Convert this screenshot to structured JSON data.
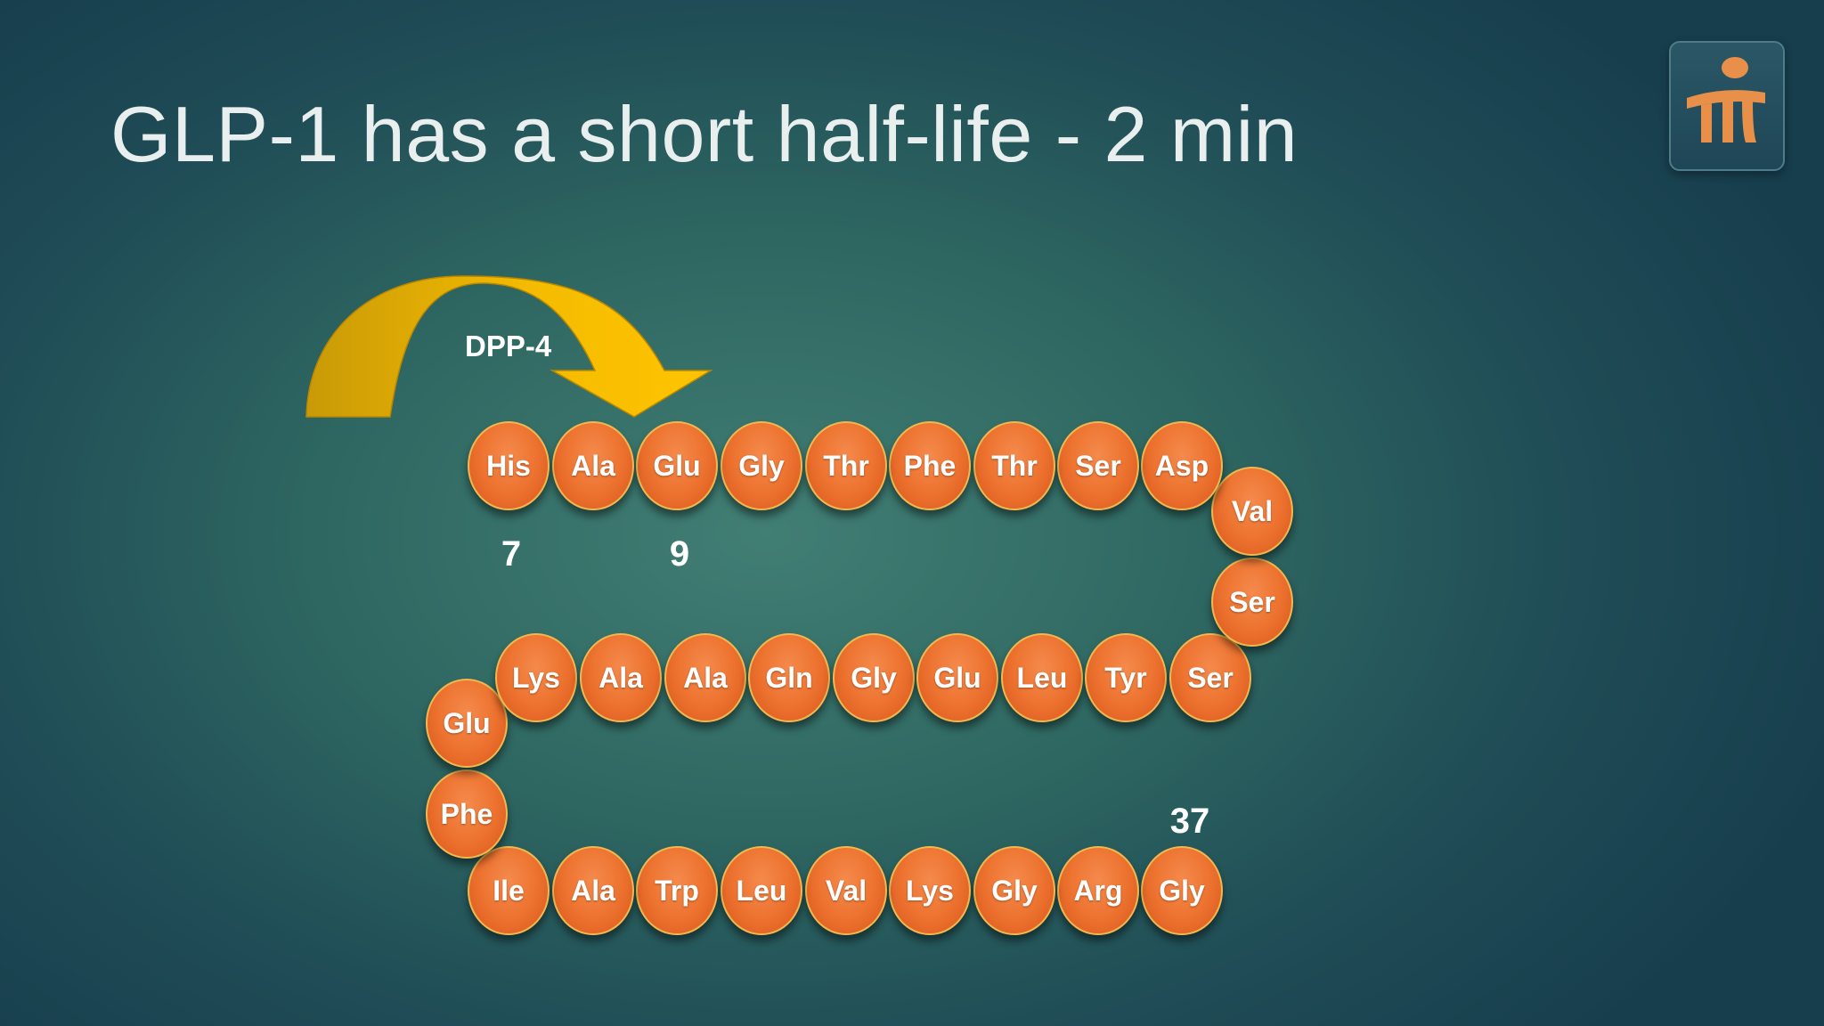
{
  "title": "GLP-1 has a short half-life - 2 min",
  "enzyme_label": "DPP-4",
  "colors": {
    "bead": "#ee7431",
    "bead_border": "#f0b84e",
    "arrow": "#f6bd00",
    "background": "#2f6862",
    "logo_glyph": "#e8904a"
  },
  "logo_icon": "logo-icon",
  "residues": [
    "His",
    "Ala",
    "Glu",
    "Gly",
    "Thr",
    "Phe",
    "Thr",
    "Ser",
    "Asp",
    "Val",
    "Ser",
    "Ser",
    "Tyr",
    "Leu",
    "Glu",
    "Gly",
    "Gln",
    "Ala",
    "Ala",
    "Lys",
    "Glu",
    "Phe",
    "Ile",
    "Ala",
    "Trp",
    "Leu",
    "Val",
    "Lys",
    "Gly",
    "Arg",
    "Gly"
  ],
  "position_labels": [
    {
      "text": "7",
      "residue": 0
    },
    {
      "text": "9",
      "residue": 2
    },
    {
      "text": "37",
      "residue": 30
    }
  ]
}
